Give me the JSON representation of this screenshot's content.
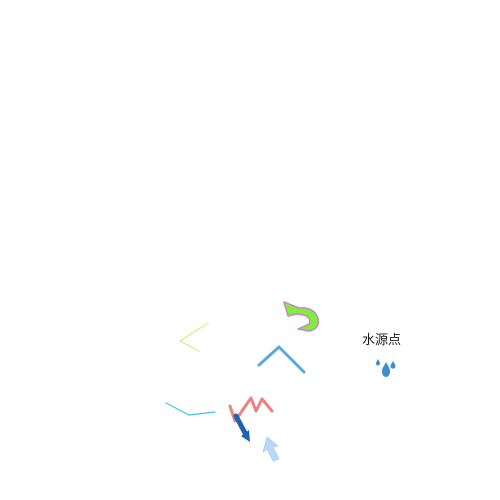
{
  "map": {
    "background_color": "#ffffff",
    "place_label": {
      "text": "水源点",
      "icon": "water-drops-icon",
      "icon_color": "#3b8ed0"
    },
    "annotations": [
      {
        "name": "yellow-angle-stroke",
        "kind": "freehand-line",
        "color": "#e8ea9a"
      },
      {
        "name": "green-curved-arrow",
        "kind": "curved-arrow",
        "color": "#7cf03a",
        "outline_color": "#d27fd6"
      },
      {
        "name": "blue-chevron-stroke",
        "kind": "freehand-line",
        "color": "#5aa9de"
      },
      {
        "name": "cyan-stroke",
        "kind": "freehand-line",
        "color": "#44c1e6"
      },
      {
        "name": "red-zigzag-stroke",
        "kind": "freehand-line",
        "color": "#f07f80"
      },
      {
        "name": "dark-blue-arrow",
        "kind": "arrow",
        "color": "#1f63b0"
      },
      {
        "name": "light-blue-arrow",
        "kind": "arrow",
        "color": "#b9d8f5"
      }
    ]
  }
}
